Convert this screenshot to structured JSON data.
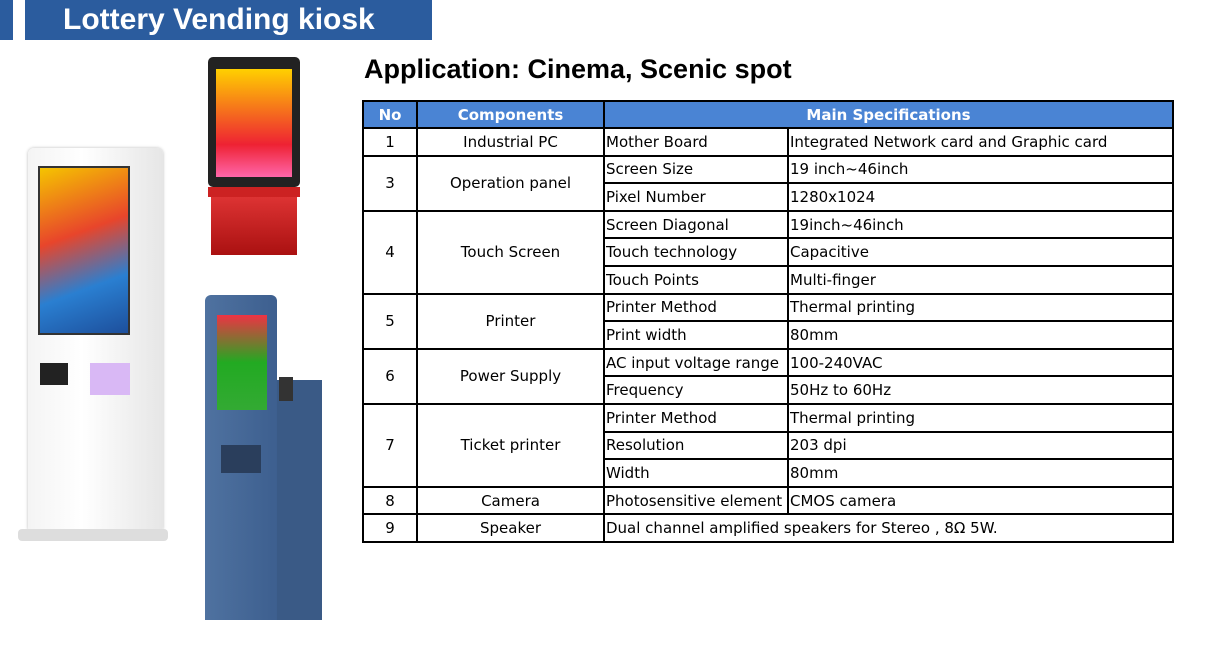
{
  "banner": {
    "title": "Lottery Vending kiosk"
  },
  "application": "Application: Cinema, Scenic spot",
  "table": {
    "headers": [
      "No",
      "Components",
      "Main Specifications"
    ],
    "rows": [
      {
        "no": "1",
        "component": "Industrial PC",
        "specs": [
          [
            "Mother Board",
            "Integrated Network card and Graphic card"
          ]
        ]
      },
      {
        "no": "3",
        "component": "Operation panel",
        "specs": [
          [
            "Screen Size",
            "19 inch~46inch"
          ],
          [
            "Pixel Number",
            "1280x1024"
          ]
        ]
      },
      {
        "no": "4",
        "component": "Touch Screen",
        "specs": [
          [
            "Screen Diagonal",
            "19inch~46inch"
          ],
          [
            "Touch technology",
            "Capacitive"
          ],
          [
            "Touch Points",
            "Multi-finger"
          ]
        ]
      },
      {
        "no": "5",
        "component": "Printer",
        "specs": [
          [
            "Printer Method",
            "Thermal printing"
          ],
          [
            "Print width",
            "80mm"
          ]
        ]
      },
      {
        "no": "6",
        "component": "Power Supply",
        "specs": [
          [
            "AC input voltage range",
            "100-240VAC"
          ],
          [
            "Frequency",
            "50Hz to 60Hz"
          ]
        ]
      },
      {
        "no": "7",
        "component": "Ticket printer",
        "specs": [
          [
            "Printer Method",
            "Thermal printing"
          ],
          [
            "Resolution",
            "203 dpi"
          ],
          [
            "Width",
            "80mm"
          ]
        ]
      },
      {
        "no": "8",
        "component": "Camera",
        "specs": [
          [
            "Photosensitive element",
            "CMOS camera"
          ]
        ]
      },
      {
        "no": "9",
        "component": "Speaker",
        "full": "Dual channel amplified speakers for Stereo , 8Ω 5W."
      }
    ]
  },
  "colors": {
    "banner": "#2b5c9e",
    "header": "#4a84d4"
  }
}
